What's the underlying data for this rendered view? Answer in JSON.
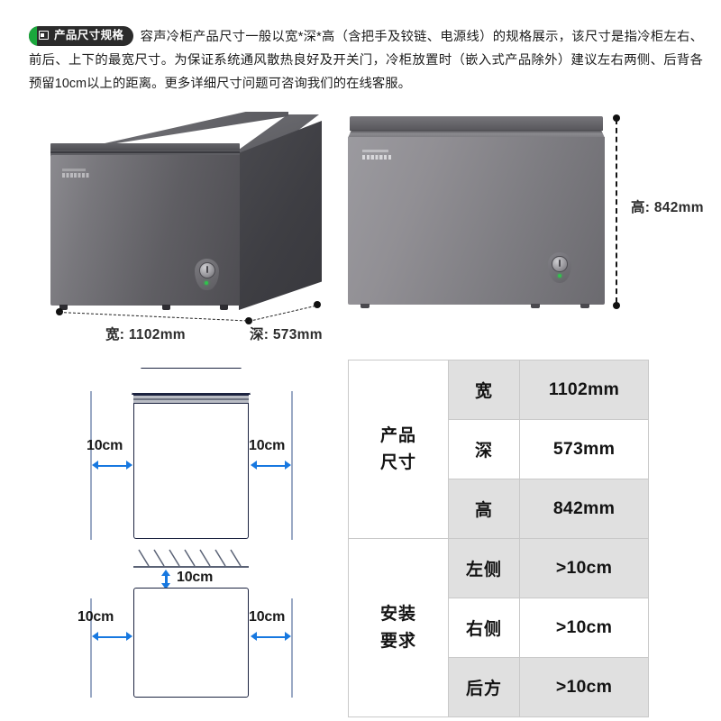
{
  "header": {
    "badge": {
      "icon": "document-spec-icon",
      "label": "产品尺寸规格",
      "accent_color": "#1aa73c",
      "background_color": "#2b2b2b"
    },
    "paragraph": "容声冷柜产品尺寸一般以宽*深*高（含把手及铰链、电源线）的规格展示，该尺寸是指冷柜左右、前后、上下的最宽尺寸。为保证系统通风散热良好及开关门，冷柜放置时（嵌入式产品除外）建议左右两侧、后背各预留10cm以上的距离。更多详细尺寸问题可咨询我们的在线客服。"
  },
  "photos": {
    "isometric": {
      "alt_name": "chest-freezer-isometric-view",
      "width_label": "宽: 1102mm",
      "depth_label": "深: 573mm"
    },
    "front": {
      "alt_name": "chest-freezer-front-view",
      "height_label": "高: 842mm"
    }
  },
  "clearance": {
    "arrow_color": "#1778e0",
    "left_top": "10cm",
    "right_top": "10cm",
    "rear": "10cm",
    "left_bottom": "10cm",
    "right_bottom": "10cm"
  },
  "spec_table": {
    "groups": [
      {
        "label": "产品\n尺寸",
        "label_line1": "产品",
        "label_line2": "尺寸",
        "rows": [
          {
            "key": "宽",
            "value": "1102mm",
            "shaded": true
          },
          {
            "key": "深",
            "value": "573mm",
            "shaded": false
          },
          {
            "key": "高",
            "value": "842mm",
            "shaded": true
          }
        ]
      },
      {
        "label_line1": "安装",
        "label_line2": "要求",
        "rows": [
          {
            "key": "左侧",
            "value": ">10cm",
            "shaded": true
          },
          {
            "key": "右侧",
            "value": ">10cm",
            "shaded": false
          },
          {
            "key": "后方",
            "value": ">10cm",
            "shaded": true
          }
        ]
      }
    ]
  }
}
